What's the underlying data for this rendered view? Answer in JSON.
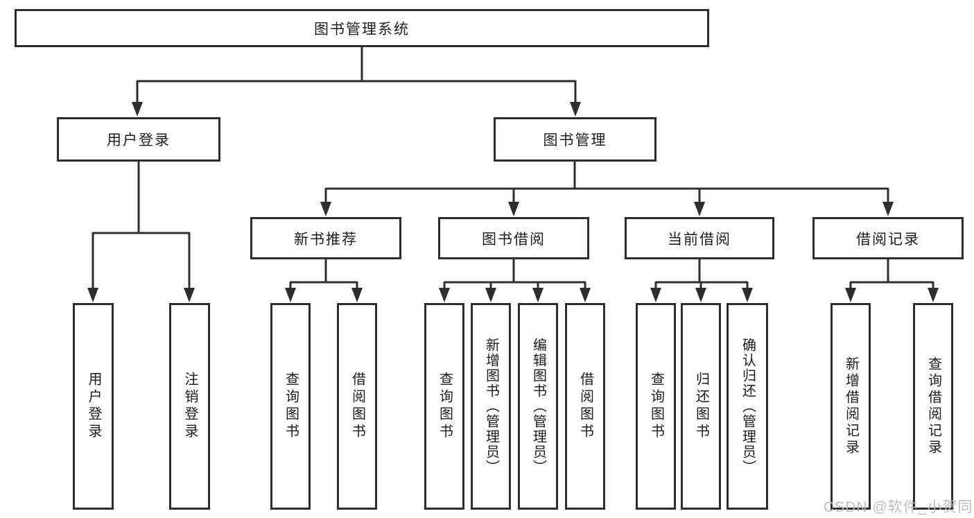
{
  "tree": {
    "label": "图书管理系统",
    "children": [
      {
        "label": "用户登录",
        "children": [
          {
            "label": "用户登录"
          },
          {
            "label": "注销登录"
          }
        ]
      },
      {
        "label": "图书管理",
        "children": [
          {
            "label": "新书推荐",
            "children": [
              {
                "label": "查询图书"
              },
              {
                "label": "借阅图书"
              }
            ]
          },
          {
            "label": "图书借阅",
            "children": [
              {
                "label": "查询图书"
              },
              {
                "label": "新增图书（管理员）"
              },
              {
                "label": "编辑图书（管理员）"
              },
              {
                "label": "借阅图书"
              }
            ]
          },
          {
            "label": "当前借阅",
            "children": [
              {
                "label": "查询图书"
              },
              {
                "label": "归还图书"
              },
              {
                "label": "确认归还（管理员）"
              }
            ]
          },
          {
            "label": "借阅记录",
            "children": [
              {
                "label": "新增借阅记录"
              },
              {
                "label": "查询借阅记录"
              }
            ]
          }
        ]
      }
    ]
  },
  "watermark": {
    "text": "CSDN @软件_小贺同学"
  },
  "colors": {
    "line": "#2e2e2e",
    "text": "#1c1c1c",
    "watermark": "#bababa",
    "background": "#ffffff"
  }
}
